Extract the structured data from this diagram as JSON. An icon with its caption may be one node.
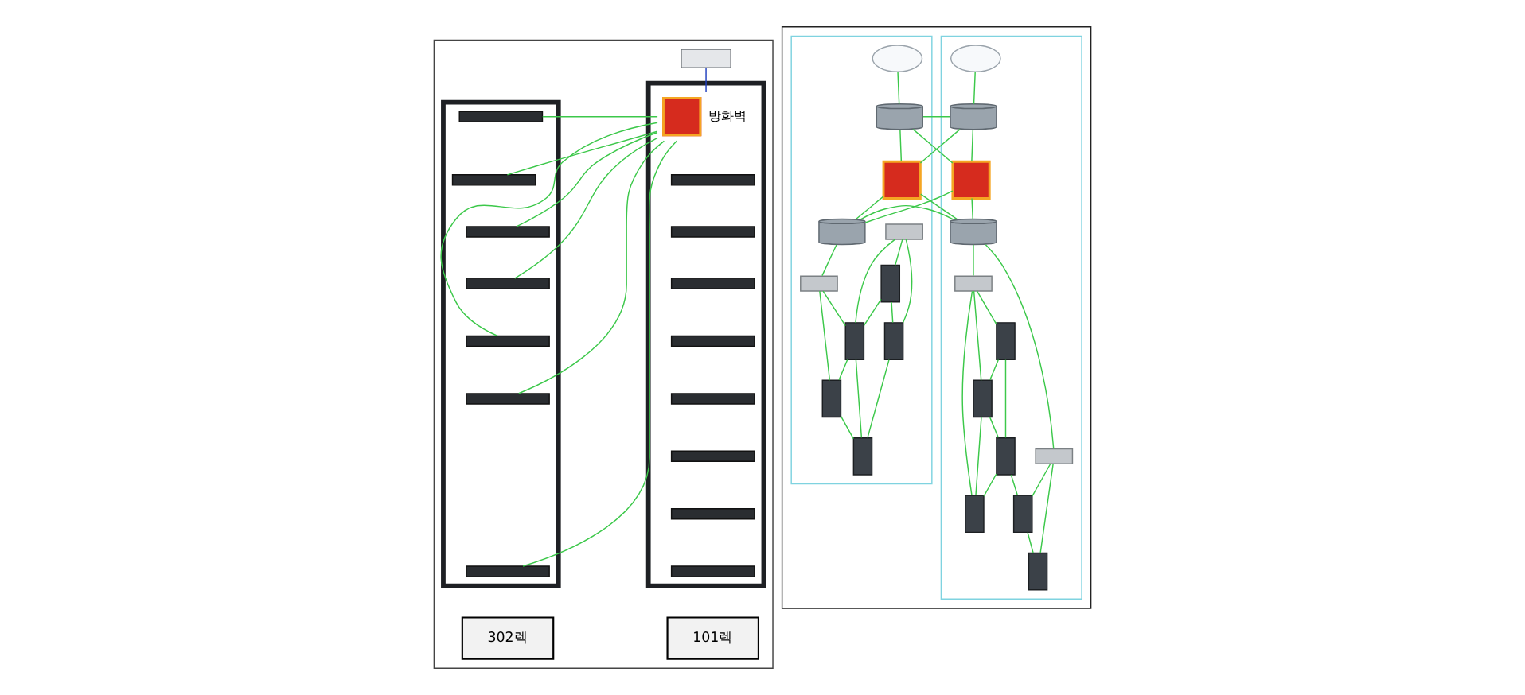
{
  "diagram": {
    "nodes": [
      {
        "text": [],
        "shape": "box"
      },
      {
        "text": [],
        "shape": "box",
        "in": 0
      },
      {
        "text": [],
        "shape": "box",
        "in": 0
      },
      {
        "text": [],
        "shape": "bar",
        "in": 2
      },
      {
        "text": [],
        "shape": "bar",
        "in": 2
      },
      {
        "text": [],
        "shape": "bar",
        "in": 2
      },
      {
        "text": [],
        "shape": "bar",
        "in": 2
      },
      {
        "text": [],
        "shape": "bar",
        "in": 2
      },
      {
        "text": [],
        "shape": "bar",
        "in": 2
      },
      {
        "text": [],
        "shape": "bar",
        "in": 2
      },
      {
        "text": [],
        "shape": "box",
        "in": 0
      },
      {
        "text": [],
        "shape": "box",
        "in": 10,
        "beside": [
          "방화벽"
        ]
      },
      {
        "text": [],
        "shape": "bar",
        "in": 10
      },
      {
        "text": [],
        "shape": "bar",
        "in": 10
      },
      {
        "text": [],
        "shape": "bar",
        "in": 10
      },
      {
        "text": [],
        "shape": "bar",
        "in": 10
      },
      {
        "text": [],
        "shape": "bar",
        "in": 10
      },
      {
        "text": [],
        "shape": "bar",
        "in": 10
      },
      {
        "text": [],
        "shape": "bar",
        "in": 10
      },
      {
        "text": [],
        "shape": "bar",
        "in": 10
      },
      {
        "text": [
          "302렉"
        ],
        "in": 0
      },
      {
        "text": [
          "101렉"
        ],
        "in": 0
      },
      {
        "text": [],
        "shape": "box"
      },
      {
        "text": [],
        "shape": "box",
        "in": 22
      },
      {
        "text": [],
        "shape": "box",
        "in": 22
      },
      {
        "text": [],
        "shape": "cloud",
        "in": 23
      },
      {
        "text": [],
        "shape": "cylinder",
        "in": 23
      },
      {
        "text": [],
        "shape": "box",
        "in": 23
      },
      {
        "text": [],
        "shape": "cylinder",
        "in": 23
      },
      {
        "text": [],
        "shape": "box",
        "in": 23
      },
      {
        "text": [],
        "shape": "box",
        "in": 23
      },
      {
        "text": [],
        "shape": "box",
        "in": 23
      },
      {
        "text": [],
        "shape": "box",
        "in": 23
      },
      {
        "text": [],
        "shape": "box",
        "in": 23
      },
      {
        "text": [],
        "shape": "box",
        "in": 23
      },
      {
        "text": [],
        "shape": "box",
        "in": 23
      },
      {
        "text": [],
        "shape": "box",
        "in": 23
      },
      {
        "text": [],
        "shape": "cloud",
        "in": 24
      },
      {
        "text": [],
        "shape": "cylinder",
        "in": 24
      },
      {
        "text": [],
        "shape": "box",
        "in": 24
      },
      {
        "text": [],
        "shape": "cylinder",
        "in": 24
      },
      {
        "text": [],
        "shape": "box",
        "in": 24
      },
      {
        "text": [],
        "shape": "box",
        "in": 24
      },
      {
        "text": [],
        "shape": "box",
        "in": 24
      },
      {
        "text": [],
        "shape": "box",
        "in": 24
      },
      {
        "text": [],
        "shape": "box",
        "in": 24
      },
      {
        "text": [],
        "shape": "box",
        "in": 24
      },
      {
        "text": [],
        "shape": "box",
        "in": 24
      }
    ],
    "edges": [
      {
        "from": 1,
        "to": 11,
        "arrow": "none",
        "color": "#1f3fbf"
      },
      {
        "from": 3,
        "to": 11,
        "arrow": "none"
      },
      {
        "from": 4,
        "to": 11,
        "arrow": "none"
      },
      {
        "from": 5,
        "to": 11,
        "arrow": "none"
      },
      {
        "from": 6,
        "to": 11,
        "arrow": "none"
      },
      {
        "from": 7,
        "to": 11,
        "arrow": "none"
      },
      {
        "from": 8,
        "to": 11,
        "arrow": "none"
      },
      {
        "from": 9,
        "to": 11,
        "arrow": "none"
      },
      {
        "from": 25,
        "to": 26,
        "arrow": "none"
      },
      {
        "from": 26,
        "to": 27,
        "arrow": "none"
      },
      {
        "from": 27,
        "to": 28,
        "arrow": "none"
      },
      {
        "from": 28,
        "to": 29,
        "arrow": "none"
      },
      {
        "from": 28,
        "to": 30,
        "arrow": "none"
      },
      {
        "from": 29,
        "to": 31,
        "arrow": "none"
      },
      {
        "from": 29,
        "to": 32,
        "arrow": "none"
      },
      {
        "from": 29,
        "to": 34,
        "arrow": "none"
      },
      {
        "from": 31,
        "to": 32,
        "arrow": "none"
      },
      {
        "from": 31,
        "to": 33,
        "arrow": "none"
      },
      {
        "from": 32,
        "to": 33,
        "arrow": "none"
      },
      {
        "from": 32,
        "to": 34,
        "arrow": "none"
      },
      {
        "from": 33,
        "to": 34,
        "arrow": "none"
      },
      {
        "from": 33,
        "to": 35,
        "arrow": "none"
      },
      {
        "from": 30,
        "to": 35,
        "arrow": "none"
      },
      {
        "from": 35,
        "to": 36,
        "arrow": "none"
      },
      {
        "from": 30,
        "to": 36,
        "arrow": "none"
      },
      {
        "from": 26,
        "to": 38,
        "arrow": "none"
      },
      {
        "from": 26,
        "to": 39,
        "arrow": "none"
      },
      {
        "from": 27,
        "to": 38,
        "arrow": "none"
      },
      {
        "from": 27,
        "to": 40,
        "arrow": "none"
      },
      {
        "from": 28,
        "to": 39,
        "arrow": "none"
      },
      {
        "from": 28,
        "to": 40,
        "arrow": "none"
      },
      {
        "from": 37,
        "to": 38,
        "arrow": "none"
      },
      {
        "from": 38,
        "to": 39,
        "arrow": "none"
      },
      {
        "from": 39,
        "to": 40,
        "arrow": "none"
      },
      {
        "from": 40,
        "to": 42,
        "arrow": "none"
      },
      {
        "from": 41,
        "to": 43,
        "arrow": "none"
      },
      {
        "from": 41,
        "to": 44,
        "arrow": "none"
      },
      {
        "from": 41,
        "to": 45,
        "arrow": "none"
      },
      {
        "from": 43,
        "to": 45,
        "arrow": "none"
      },
      {
        "from": 43,
        "to": 44,
        "arrow": "none"
      },
      {
        "from": 42,
        "to": 44,
        "arrow": "none"
      },
      {
        "from": 42,
        "to": 46,
        "arrow": "none"
      },
      {
        "from": 44,
        "to": 46,
        "arrow": "none"
      },
      {
        "from": 44,
        "to": 47,
        "arrow": "none"
      },
      {
        "from": 45,
        "to": 47,
        "arrow": "none"
      },
      {
        "from": 46,
        "to": 47,
        "arrow": "none"
      }
    ]
  }
}
